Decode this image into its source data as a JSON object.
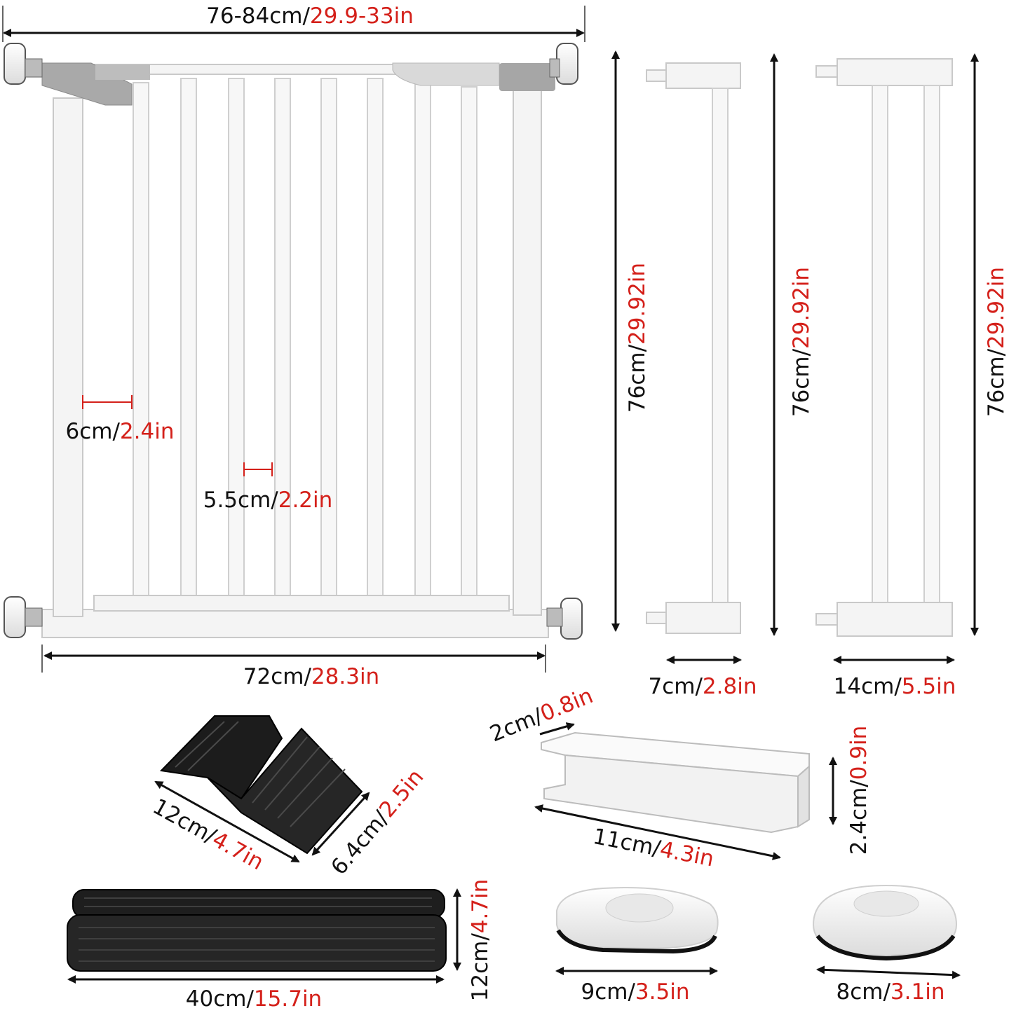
{
  "colors": {
    "metric": "#111111",
    "imperial": "#d4201a",
    "metal": "#f4f4f4",
    "rubber": "#1f1f1f"
  },
  "gate": {
    "top_width": {
      "metric": "76-84cm/",
      "imperial": "29.9-33in"
    },
    "bottom_width": {
      "metric": "72cm/",
      "imperial": "28.3in"
    },
    "side_bar": {
      "metric": "6cm/",
      "imperial": "2.4in"
    },
    "bar_gap": {
      "metric": "5.5cm/",
      "imperial": "2.2in"
    }
  },
  "extensions": [
    {
      "height": {
        "metric": "76cm/",
        "imperial": "29.92in"
      },
      "width": {
        "metric": "7cm/",
        "imperial": "2.8in"
      }
    },
    {
      "height": {
        "metric": "76cm/",
        "imperial": "29.92in"
      },
      "width": {
        "metric": "14cm/",
        "imperial": "5.5in"
      }
    }
  ],
  "accessories": {
    "stair_wedge": {
      "length": {
        "metric": "12cm/",
        "imperial": "4.7in"
      },
      "height": {
        "metric": "6.4cm/",
        "imperial": "2.5in"
      }
    },
    "u_bracket": {
      "depth": {
        "metric": "2cm/",
        "imperial": "0.8in"
      },
      "height": {
        "metric": "2.4cm/",
        "imperial": "0.9in"
      },
      "length": {
        "metric": "11cm/",
        "imperial": "4.3in"
      }
    },
    "bumper": {
      "length": {
        "metric": "40cm/",
        "imperial": "15.7in"
      },
      "height": {
        "metric": "12cm/",
        "imperial": "4.7in"
      }
    },
    "wall_cup_oval": {
      "width": {
        "metric": "9cm/",
        "imperial": "3.5in"
      }
    },
    "wall_cup_round": {
      "width": {
        "metric": "8cm/",
        "imperial": "3.1in"
      }
    }
  }
}
